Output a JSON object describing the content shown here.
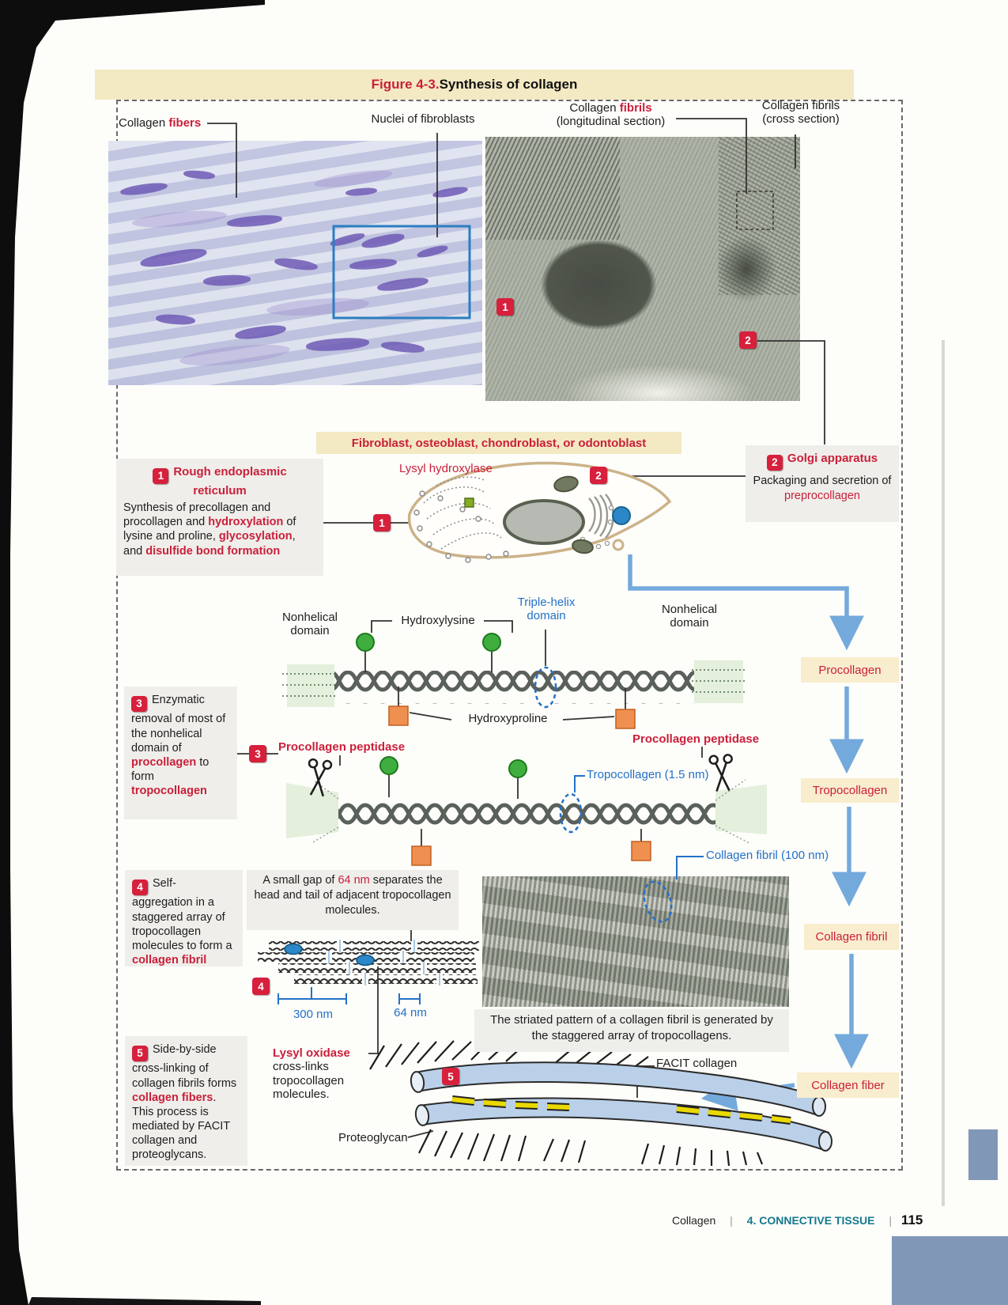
{
  "markers": {
    "m1": "1",
    "m2": "2",
    "m3": "3",
    "m4": "4",
    "m5": "5"
  },
  "title": {
    "figure": "Figure 4-3.",
    "text": " Synthesis of collagen"
  },
  "top_labels": {
    "fibers_b": "Collagen ",
    "fibers_r": "fibers",
    "nuclei": "Nuclei of fibroblasts",
    "long_b": "Collagen ",
    "long_r": "fibrils",
    "long_sub": "(longitudinal section)",
    "cross1": "Collagen fibrils",
    "cross2": "(cross section)"
  },
  "banner": "Fibroblast, osteoblast, chondroblast, or odontoblast",
  "cell": {
    "lysyl_hydroxylase": "Lysyl hydroxylase"
  },
  "step1": {
    "t1": "Rough endoplasmic",
    "t2": "reticulum",
    "b1": "Synthesis of precollagen and procollagen and ",
    "r1": "hydroxylation",
    "b2": " of lysine and proline, ",
    "r2": "glycosylation",
    "b3": ", and ",
    "r3": "disulfide bond formation"
  },
  "step2": {
    "t": "Golgi apparatus",
    "b1": "Packaging and secretion of ",
    "r1": "preprocollagen"
  },
  "step3": {
    "b1": "Enzymatic removal of most of the nonhelical domain of ",
    "r1": "procollagen",
    "b2": " to form ",
    "r2": "tropocollagen"
  },
  "step4": {
    "b1": "Self-aggregation in a staggered array of tropocollagen molecules to form a ",
    "r1": "collagen fibril"
  },
  "step5": {
    "b1": "Side-by-side cross-linking of collagen fibrils forms ",
    "r1": "collagen fibers",
    "b2": ". This process is mediated by FACIT collagen and proteoglycans."
  },
  "helix": {
    "nonhelical_left": "Nonhelical domain",
    "hydroxylysine": "Hydroxylysine",
    "triple_helix": "Triple-helix domain",
    "nonhelical_right": "Nonhelical domain",
    "hydroxyproline": "Hydroxyproline",
    "peptidase_left": "Procollagen peptidase",
    "peptidase_right": "Procollagen peptidase",
    "tropocollagen_nm": "Tropocollagen (1.5 nm)",
    "fibril_nm": "Collagen fibril (100 nm)"
  },
  "gap_note": {
    "b1": "A small gap of ",
    "r1": "64 nm",
    "b2": " separates the head and tail of adjacent tropocollagen molecules."
  },
  "measure": {
    "nm300": "300 nm",
    "nm64": "64 nm"
  },
  "lysyl_oxidase": {
    "r1": "Lysyl oxidase",
    "b1": " cross-links tropocollagen molecules."
  },
  "caption": "The striated pattern of a collagen fibril is generated by the staggered array of tropocollagens.",
  "fiber": {
    "facit": "FACIT collagen",
    "proteoglycan": "Proteoglycan"
  },
  "flow": {
    "procollagen": "Procollagen",
    "tropocollagen": "Tropocollagen",
    "fibril": "Collagen fibril",
    "fiber": "Collagen fiber"
  },
  "footer": {
    "left": "Collagen",
    "sep": "|",
    "chapter": "4. CONNECTIVE TISSUE",
    "page": "115"
  }
}
